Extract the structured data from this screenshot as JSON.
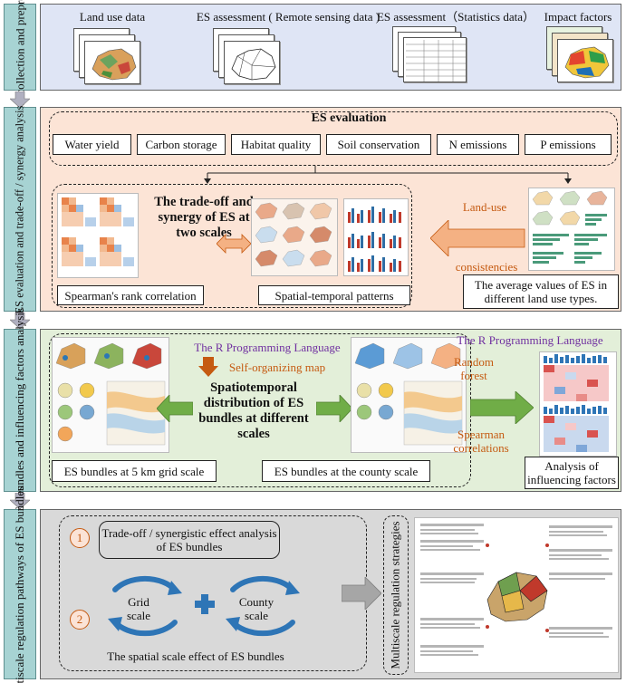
{
  "sections": [
    {
      "label": "Data collection and preprocess"
    },
    {
      "label": "ES evaluation and trade-off / synergy analysis"
    },
    {
      "label": "ES bundles and influencing factors analysis"
    },
    {
      "label": "Multiscale regulation pathways of ES bundles"
    }
  ],
  "data_collection": {
    "items": [
      "Land use data",
      "ES assessment ( Remote sensing data )",
      "ES assessment（Statistics data）",
      "Impact factors"
    ]
  },
  "es_evaluation": {
    "title": "ES evaluation",
    "services": [
      "Water yield",
      "Carbon storage",
      "Habitat quality",
      "Soil conservation",
      "N emissions",
      "P emissions"
    ],
    "tradeoff_title": "The trade-off and synergy of ES at two scales",
    "spearman_label": "Spearman's rank correlation",
    "spatial_label": "Spatial-temporal patterns",
    "landuse_label": "Land-use",
    "consistencies_label": "consistencies",
    "average_label": "The average values of ES in different land use types."
  },
  "bundles": {
    "r_language_1": "The R Programming Language",
    "som_label": "Self-organizing map",
    "center_title": "Spatiotemporal distribution of ES bundles at different scales",
    "grid_label": "ES bundles at 5 km grid scale",
    "county_label": "ES bundles at the county scale",
    "r_language_2": "The R Programming Language",
    "random_forest": "Random forest",
    "spearman_corr": "Spearman correlations",
    "influence_label": "Analysis of influencing factors"
  },
  "multiscale": {
    "step1_num": "1",
    "step1_text": "Trade-off / synergistic effect analysis of ES bundles",
    "step2_num": "2",
    "grid_scale": "Grid scale",
    "county_scale": "County scale",
    "spatial_effect": "The spatial scale effect of ES bundles",
    "strategies_label": "Multiscale regulation strategies"
  },
  "colors": {
    "side_bg": "#a7d3d3",
    "panel1_bg": "#dfe5f5",
    "panel2_bg": "#fce4d6",
    "panel3_bg": "#e3efd9",
    "panel4_bg": "#d9d9d9",
    "orange_arrow": "#f4b183",
    "green_arrow": "#70ad47",
    "blue_arrow": "#4472c4",
    "accent_text": "#c55a11",
    "purple_text": "#7030a0"
  }
}
